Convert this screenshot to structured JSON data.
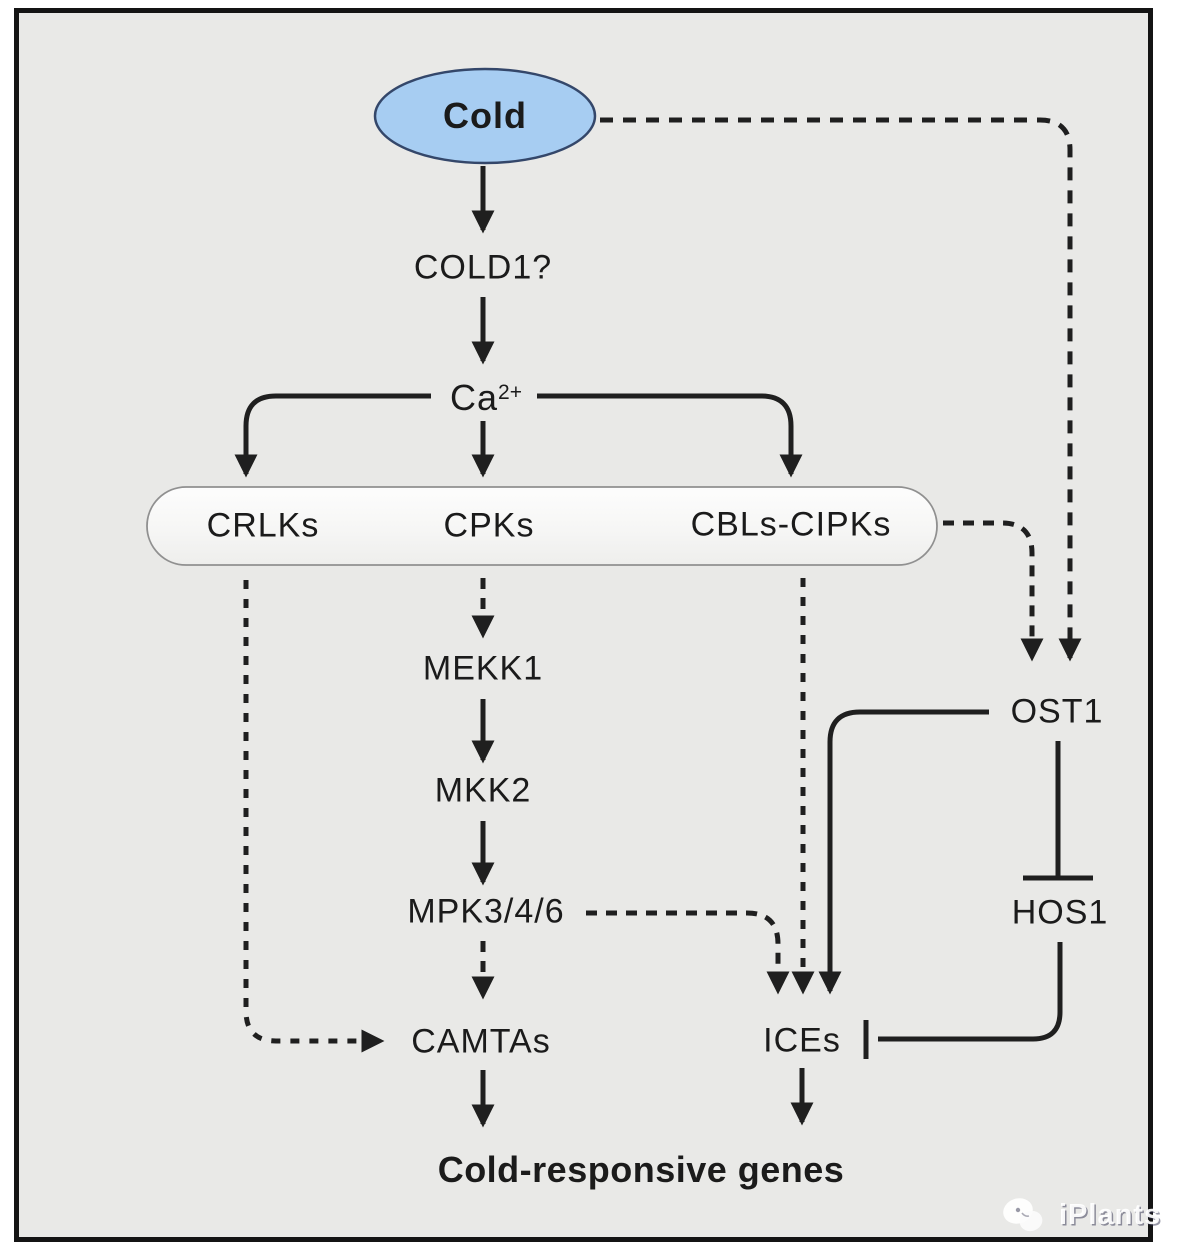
{
  "figure": {
    "watermark": "iPlants",
    "background_color": "#e9e9e7",
    "frame_border_color": "#141414",
    "line_color": "#1f1f1f",
    "cold_node_fill": "#a7cdf2",
    "cold_node_stroke": "#34476a",
    "kinase_box_fill": "#fafafa",
    "kinase_box_stroke": "#909090",
    "nodes": {
      "cold": "Cold",
      "cold1": "COLD1?",
      "ca_base": "Ca",
      "ca_sup": "2+",
      "crlks": "CRLKs",
      "cpks": "CPKs",
      "cbls_cipks": "CBLs-CIPKs",
      "mekk1": "MEKK1",
      "mkk2": "MKK2",
      "mpk346": "MPK3/4/6",
      "camtas": "CAMTAs",
      "ices": "ICEs",
      "ost1": "OST1",
      "hos1": "HOS1",
      "genes": "Cold-responsive genes"
    },
    "edges": [
      {
        "from": "Cold",
        "to": "COLD1?",
        "style": "solid",
        "type": "activation"
      },
      {
        "from": "COLD1?",
        "to": "Ca2+",
        "style": "solid",
        "type": "activation"
      },
      {
        "from": "Ca2+",
        "to": "CRLKs",
        "style": "solid",
        "type": "activation"
      },
      {
        "from": "Ca2+",
        "to": "CPKs",
        "style": "solid",
        "type": "activation"
      },
      {
        "from": "Ca2+",
        "to": "CBLs-CIPKs",
        "style": "solid",
        "type": "activation"
      },
      {
        "from": "CPKs",
        "to": "MEKK1",
        "style": "dashed",
        "type": "activation"
      },
      {
        "from": "MEKK1",
        "to": "MKK2",
        "style": "solid",
        "type": "activation"
      },
      {
        "from": "MKK2",
        "to": "MPK3/4/6",
        "style": "solid",
        "type": "activation"
      },
      {
        "from": "MPK3/4/6",
        "to": "CAMTAs",
        "style": "dashed",
        "type": "activation"
      },
      {
        "from": "MPK3/4/6",
        "to": "ICEs",
        "style": "dashed",
        "type": "activation"
      },
      {
        "from": "CRLKs",
        "to": "CAMTAs",
        "style": "dashed",
        "type": "activation"
      },
      {
        "from": "CBLs-CIPKs",
        "to": "ICEs",
        "style": "dashed",
        "type": "activation"
      },
      {
        "from": "CBLs-CIPKs",
        "to": "OST1",
        "style": "dashed",
        "type": "activation"
      },
      {
        "from": "Cold",
        "to": "OST1",
        "style": "dashed",
        "type": "activation"
      },
      {
        "from": "OST1",
        "to": "HOS1",
        "style": "solid",
        "type": "inhibition"
      },
      {
        "from": "OST1",
        "to": "ICEs",
        "style": "solid",
        "type": "activation"
      },
      {
        "from": "HOS1",
        "to": "ICEs",
        "style": "solid",
        "type": "inhibition"
      },
      {
        "from": "CAMTAs",
        "to": "Cold-responsive genes",
        "style": "solid",
        "type": "activation"
      },
      {
        "from": "ICEs",
        "to": "Cold-responsive genes",
        "style": "solid",
        "type": "activation"
      }
    ]
  }
}
